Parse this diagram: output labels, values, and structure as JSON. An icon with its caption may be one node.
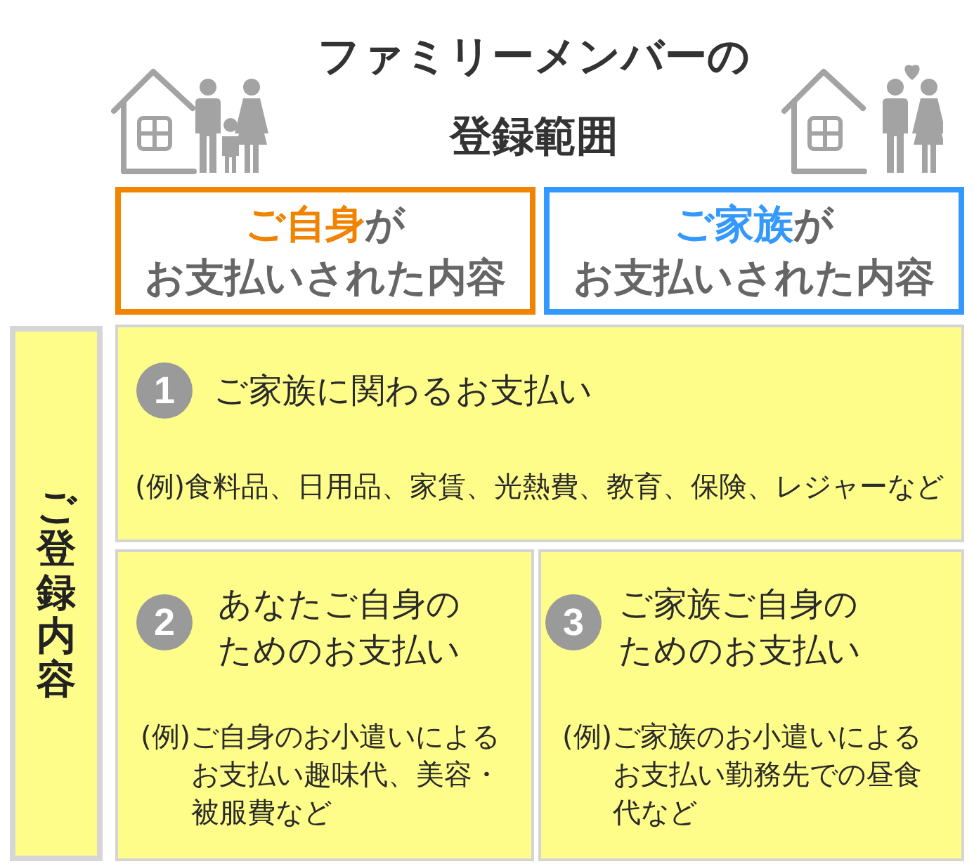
{
  "diagram": {
    "title": "ファミリーメンバーの登録範囲",
    "nodes": [
      {
        "text": [
          "**ご自身**が",
          "お支払いされた内容"
        ]
      },
      {
        "text": [
          "**ご家族**が",
          "お支払いされた内容"
        ]
      },
      {
        "text": [
          "ご登録内容"
        ]
      },
      {
        "text": [
          "ご家族に関わるお支払い",
          "(例)食料品、日用品、家賃、光熱費、教育、保険、レジャーなど"
        ]
      },
      {
        "text": [
          "1"
        ],
        "in": 3
      },
      {
        "text": [
          "あなたご自身のためのお支払い",
          "(例)ご自身のお小遣いによるお支払い趣味代、美容・被服費など"
        ]
      },
      {
        "text": [
          "2"
        ],
        "in": 5
      },
      {
        "text": [
          "ご家族ご自身のためのお支払い",
          "(例)ご家族のお小遣いによるお支払い勤務先での昼食代など"
        ]
      },
      {
        "text": [
          "3"
        ],
        "in": 7
      }
    ]
  }
}
